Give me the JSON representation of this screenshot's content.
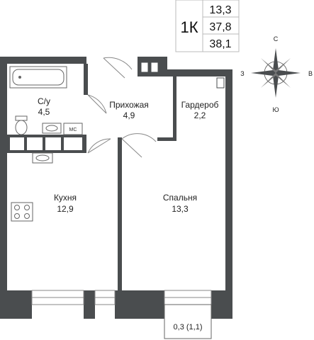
{
  "header": {
    "type_label": "1К",
    "areas": [
      "13,3",
      "37,8",
      "38,1"
    ]
  },
  "compass": {
    "north": "С",
    "south": "Ю",
    "west": "З",
    "east": "В"
  },
  "rooms": {
    "bathroom": {
      "name": "С/у",
      "area": "4,5"
    },
    "hallway": {
      "name": "Прихожая",
      "area": "4,9"
    },
    "wardrobe": {
      "name": "Гардероб",
      "area": "2,2"
    },
    "kitchen": {
      "name": "Кухня",
      "area": "12,9"
    },
    "bedroom": {
      "name": "Спальня",
      "area": "13,3"
    }
  },
  "fixtures": {
    "shaft_label": "МС"
  },
  "balcony": {
    "area": "0,3 (1,1)"
  },
  "colors": {
    "wall": "#4a4d4f",
    "fixture": "#666666",
    "fixture_fill": "#ffffff"
  }
}
